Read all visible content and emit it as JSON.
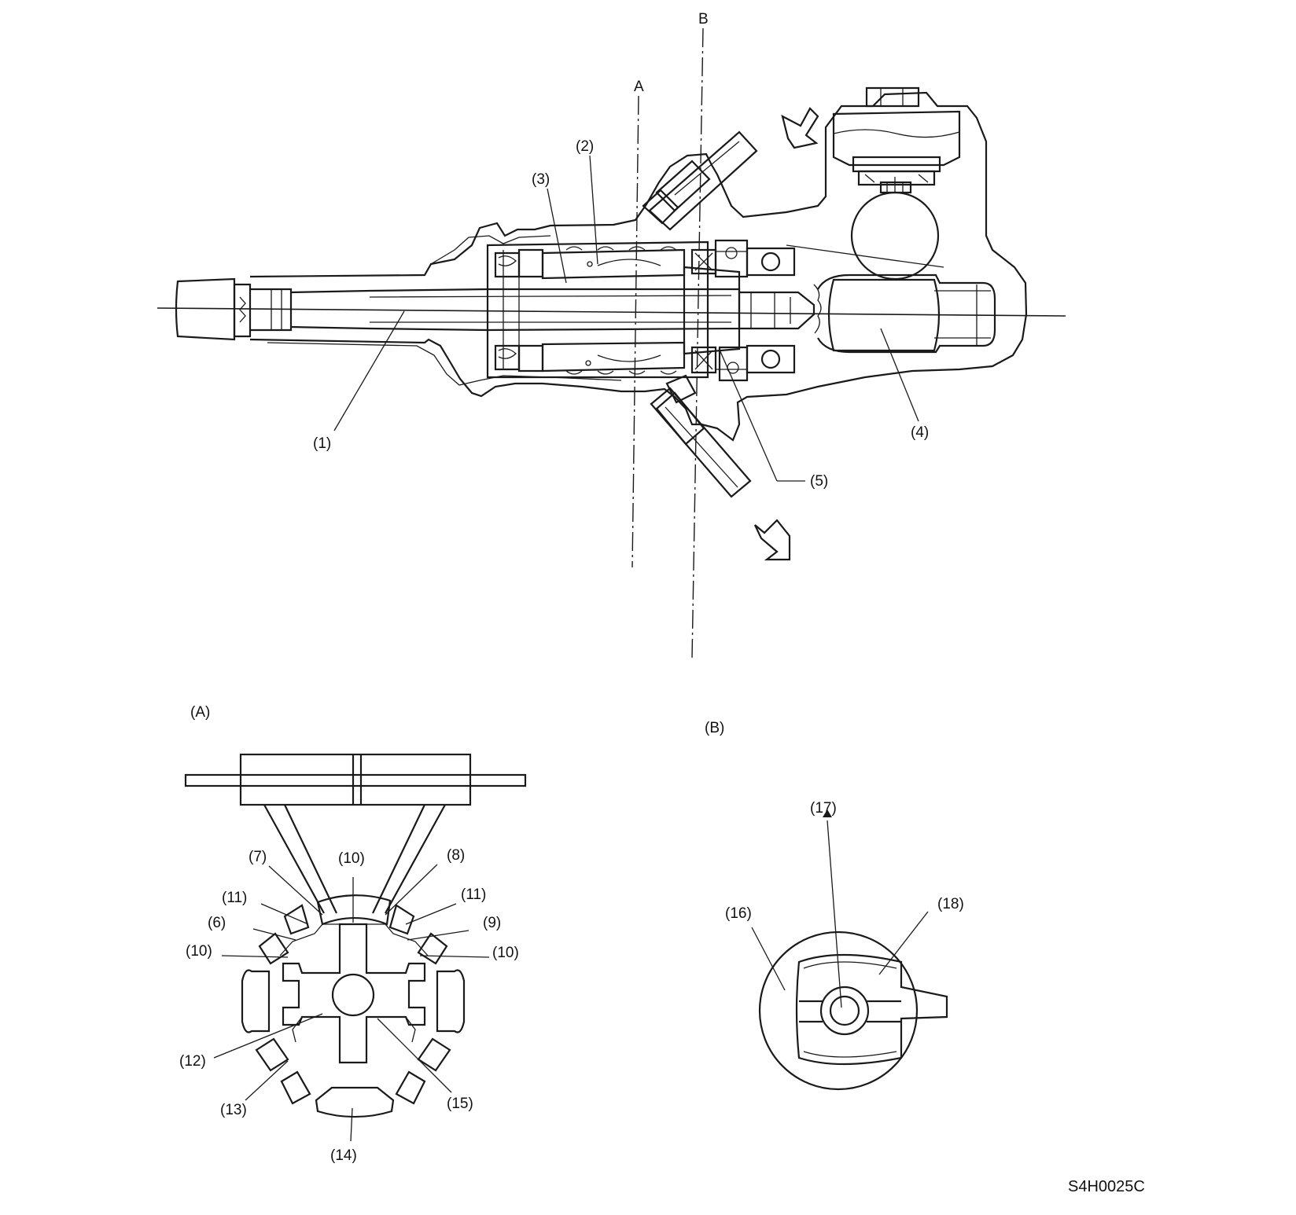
{
  "labels": {
    "p1": "(1)",
    "p2": "(2)",
    "p3": "(3)",
    "p4": "(4)",
    "p5": "(5)",
    "p6": "(6)",
    "p7": "(7)",
    "p8": "(8)",
    "p9": "(9)",
    "p10_top": "(10)",
    "p10_left": "(10)",
    "p10_right": "(10)",
    "p11_left": "(11)",
    "p11_right": "(11)",
    "p12": "(12)",
    "p13": "(13)",
    "p14": "(14)",
    "p15": "(15)",
    "p16": "(16)",
    "p17": "(17)",
    "p18": "(18)"
  },
  "section_markers": {
    "line_a": "A",
    "line_b": "B"
  },
  "detail_titles": {
    "detail_a": "(A)",
    "detail_b": "(B)"
  },
  "figure_code": "S4H0025C"
}
